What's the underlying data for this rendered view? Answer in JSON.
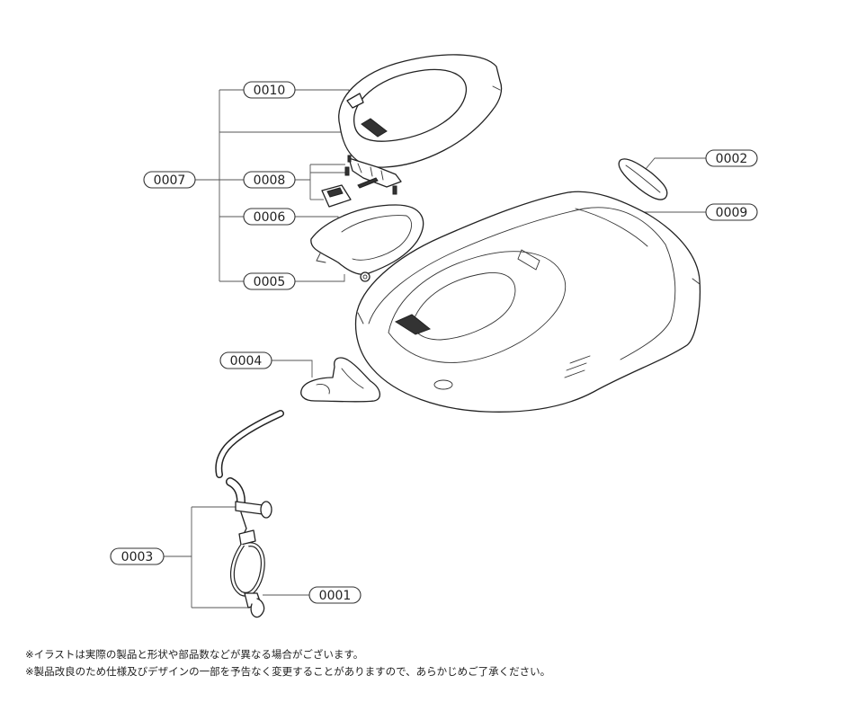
{
  "labels": {
    "p0001": "0001",
    "p0002": "0002",
    "p0003": "0003",
    "p0004": "0004",
    "p0005": "0005",
    "p0006": "0006",
    "p0007": "0007",
    "p0008": "0008",
    "p0009": "0009",
    "p0010": "0010"
  },
  "notes": [
    "※イラストは実際の製品と形状や部品数などが異なる場合がございます。",
    "※製品改良のため仕様及びデザインの一部を予告なく変更することがありますので、あらかじめご了承ください。"
  ]
}
